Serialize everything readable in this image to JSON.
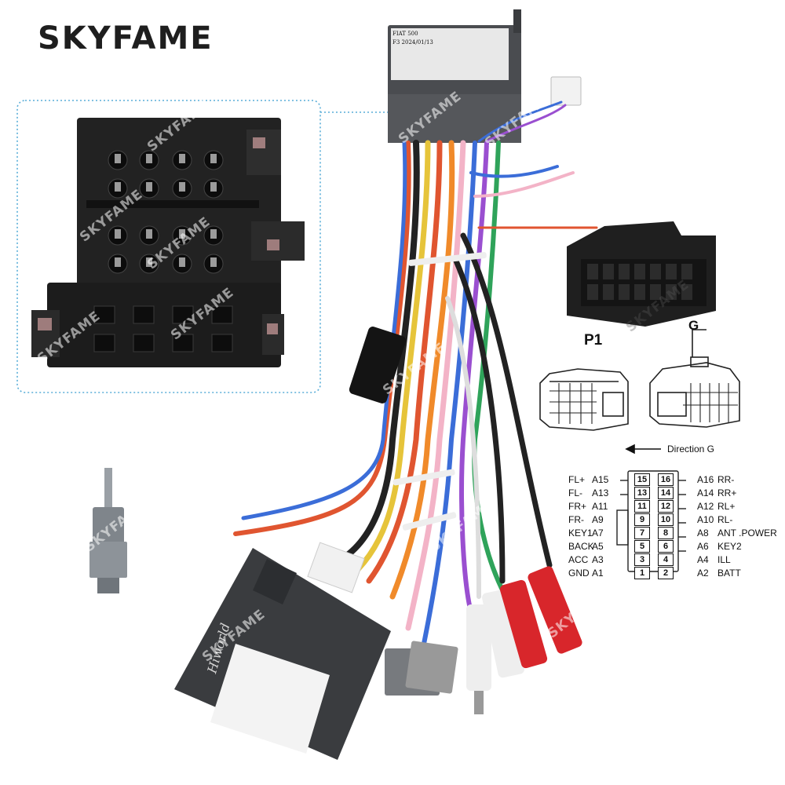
{
  "brand": {
    "name": "SKYFAME"
  },
  "watermark_text": "SKYFAME",
  "connector_tag": {
    "line1": "FIAT 500",
    "line2": "F3 2024/01/13"
  },
  "module_labels": {
    "maker": "Hiworld"
  },
  "diagram": {
    "p1_label": "P1",
    "g_label": "G",
    "direction_label": "Direction G",
    "pins": [
      {
        "lf": "FL+",
        "la": "A15",
        "ln": "15",
        "rn": "16",
        "ra": "A16",
        "rf": "RR-"
      },
      {
        "lf": "FL-",
        "la": "A13",
        "ln": "13",
        "rn": "14",
        "ra": "A14",
        "rf": "RR+"
      },
      {
        "lf": "FR+",
        "la": "A11",
        "ln": "11",
        "rn": "12",
        "ra": "A12",
        "rf": "RL+"
      },
      {
        "lf": "FR-",
        "la": "A9",
        "ln": "9",
        "rn": "10",
        "ra": "A10",
        "rf": "RL-"
      },
      {
        "lf": "KEY1",
        "la": "A7",
        "ln": "7",
        "rn": "8",
        "ra": "A8",
        "rf": "ANT .POWER"
      },
      {
        "lf": "BACK",
        "la": "A5",
        "ln": "5",
        "rn": "6",
        "ra": "A6",
        "rf": "KEY2"
      },
      {
        "lf": "ACC",
        "la": "A3",
        "ln": "3",
        "rn": "4",
        "ra": "A4",
        "rf": "ILL"
      },
      {
        "lf": "GND",
        "la": "A1",
        "ln": "1",
        "rn": "2",
        "ra": "A2",
        "rf": "BATT"
      }
    ]
  },
  "colors": {
    "connector_black": "#1e1e1e",
    "module_grey": "#3a3c3f",
    "callout_blue": "#5aaed8"
  }
}
